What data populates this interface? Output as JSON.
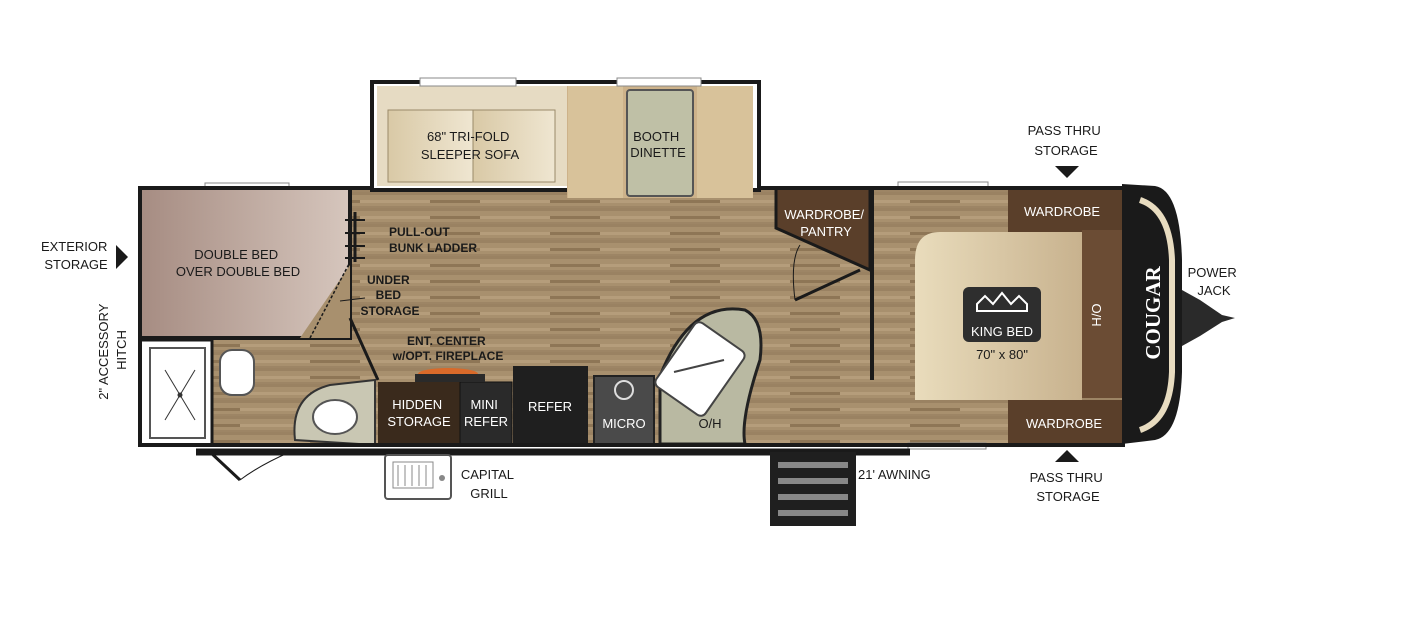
{
  "brand": {
    "logo_text": "COUGAR"
  },
  "callouts": {
    "exterior_storage": [
      "EXTERIOR",
      "STORAGE"
    ],
    "accessory_hitch": [
      "2\" ACCESSORY",
      "HITCH"
    ],
    "pass_thru_top": [
      "PASS THRU",
      "STORAGE"
    ],
    "pass_thru_bottom": [
      "PASS THRU",
      "STORAGE"
    ],
    "power_jack": [
      "POWER",
      "JACK"
    ],
    "capital_grill": [
      "CAPITAL",
      "GRILL"
    ],
    "awning": "21' AWNING"
  },
  "rooms": {
    "sofa": [
      "68\" TRI-FOLD",
      "SLEEPER SOFA"
    ],
    "dinette": [
      "BOOTH",
      "DINETTE"
    ],
    "bunks": [
      "DOUBLE BED",
      "OVER DOUBLE BED"
    ],
    "bunk_ladder": [
      "PULL-OUT",
      "BUNK LADDER"
    ],
    "under_bed": [
      "UNDER",
      "BED",
      "STORAGE"
    ],
    "ent_center": [
      "ENT. CENTER",
      "w/OPT. FIREPLACE"
    ],
    "wardrobe_pantry": [
      "WARDROBE/",
      "PANTRY"
    ],
    "wardrobe_top": "WARDROBE",
    "wardrobe_bottom": "WARDROBE",
    "king_bed": "KING BED",
    "king_size": "70\" x 80\"",
    "ho": "H/O",
    "hidden_storage": [
      "HIDDEN",
      "STORAGE"
    ],
    "mini_refer": [
      "MINI",
      "REFER"
    ],
    "refer": "REFER",
    "micro": "MICRO",
    "oh": "O/H"
  },
  "colors": {
    "floor": "#a8906e",
    "floor_stripe": "#8e7656",
    "slide_cushion": "#e3d5b4",
    "bunk": "#b8a39a",
    "bed": "#e6d6b2",
    "cabinet_dark": "#3a2a1c",
    "wardrobe": "#5a3f2a",
    "counter": "#b9b9a2",
    "wall": "#1a1a1a"
  }
}
